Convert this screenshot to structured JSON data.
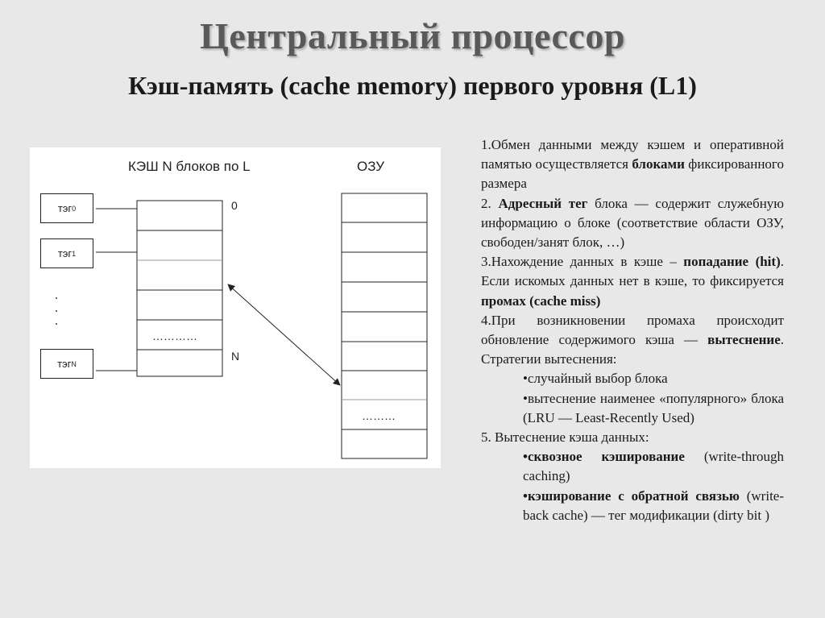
{
  "title": "Центральный процессор",
  "subtitle": "Кэш-память (cache memory) первого уровня (L1)",
  "diagram": {
    "cache_label": "КЭШ N блоков по L",
    "ram_label": "ОЗУ",
    "tags": [
      {
        "base": "тэг",
        "index": "0"
      },
      {
        "base": "тэг",
        "index": "1"
      },
      {
        "base": "тэг",
        "index": "N"
      }
    ],
    "cache_ellipsis": "…………",
    "ram_ellipsis": "………",
    "index_top": "0",
    "index_bottom": "N"
  },
  "points": {
    "p1_a": "1.Обмен данными между кэшем и оперативной памятью осуществляется ",
    "p1_b": "блоками",
    "p1_c": " фиксированного размера",
    "p2_a": "2. ",
    "p2_b": "Адресный тег",
    "p2_c": " блока — содержит служебную информацию о блоке (соответствие области ОЗУ, свободен/занят блок, …)",
    "p3_a": "3.Нахождение данных в кэше – ",
    "p3_b": "попадание (hit)",
    "p3_c": ". Если искомых данных нет в кэше, то фиксируется ",
    "p3_d": "промах (cache miss)",
    "p4_a": "4.При возникновении промаха происходит обновление содержимого кэша — ",
    "p4_b": "вытеснение",
    "p4_c": ". Стратегии вытеснения:",
    "p4_s1": "•случайный выбор блока",
    "p4_s2": "•вытеснение наименее «популярного» блока (LRU — Least-Recently Used)",
    "p5": "5.   Вытеснение кэша данных:",
    "p5_s1_b": "•сквозное кэширование",
    "p5_s1_c": " (write-through caching)",
    "p5_s2_b": "•кэширование с обратной связью",
    "p5_s2_c": " (write-back cache) — тег модификации (dirty bit )"
  }
}
